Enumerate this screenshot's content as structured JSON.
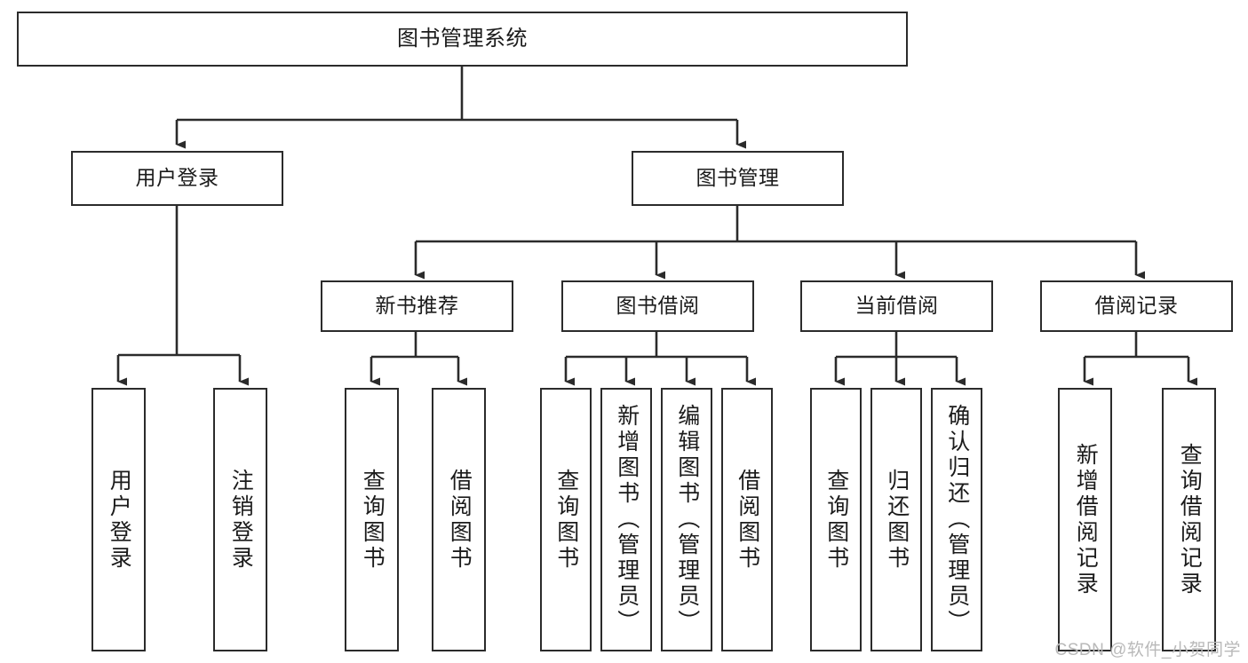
{
  "diagram": {
    "title": "图书管理系统",
    "type": "tree-hierarchy",
    "watermark": "CSDN @软件_小贺同学",
    "colors": {
      "stroke": "#2b2b2b",
      "fill": "#ffffff",
      "text": "#1b1b1b",
      "watermark": "#b9b9b9"
    },
    "root": {
      "label": "图书管理系统"
    },
    "level2": [
      {
        "label": "用户登录"
      },
      {
        "label": "图书管理"
      }
    ],
    "level3": [
      {
        "label": "新书推荐"
      },
      {
        "label": "图书借阅"
      },
      {
        "label": "当前借阅"
      },
      {
        "label": "借阅记录"
      }
    ],
    "leaves": {
      "user_login": [
        {
          "label": "用户登录"
        },
        {
          "label": "注销登录"
        }
      ],
      "new_book_recommend": [
        {
          "label": "查询图书"
        },
        {
          "label": "借阅图书"
        }
      ],
      "book_borrow": [
        {
          "label": "查询图书"
        },
        {
          "label": "新增图书（管理员）"
        },
        {
          "label": "编辑图书（管理员）"
        },
        {
          "label": "借阅图书"
        }
      ],
      "current_borrow": [
        {
          "label": "查询图书"
        },
        {
          "label": "归还图书"
        },
        {
          "label": "确认归还（管理员）"
        }
      ],
      "borrow_record": [
        {
          "label": "新增借阅记录"
        },
        {
          "label": "查询借阅记录"
        }
      ]
    }
  }
}
